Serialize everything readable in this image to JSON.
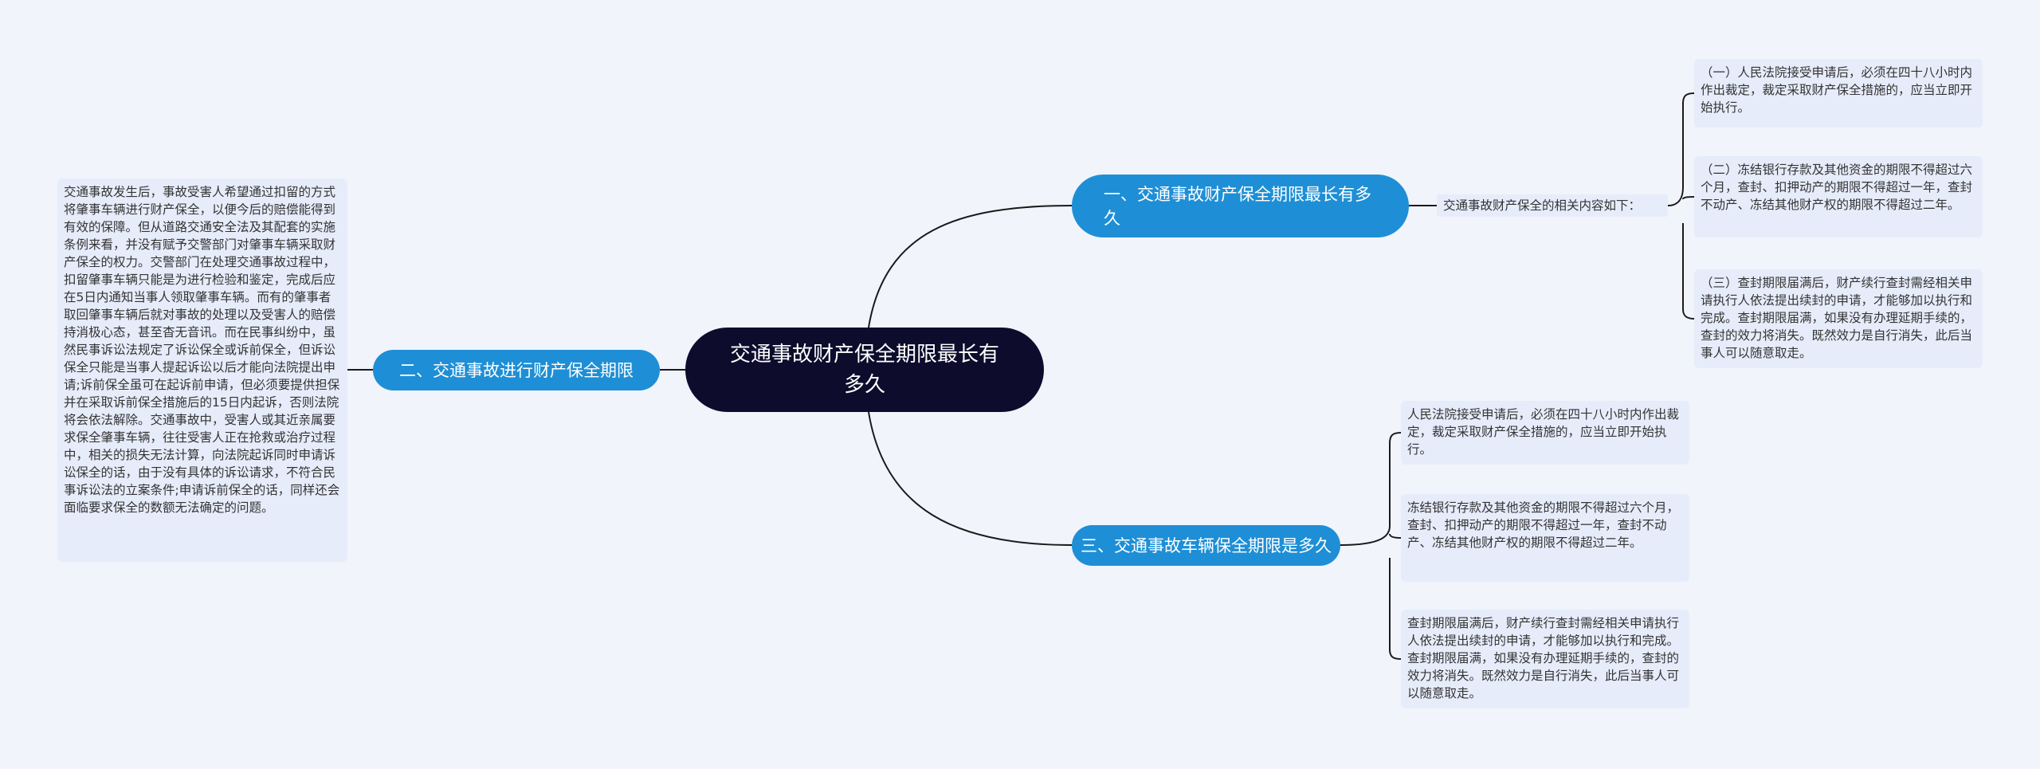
{
  "mindmap": {
    "root": {
      "label": "交通事故财产保全期限最长有多久"
    },
    "branch1": {
      "label": "一、交通事故财产保全期限最长有多久",
      "intro": "交通事故财产保全的相关内容如下：",
      "leaves": [
        "（一）人民法院接受申请后，必须在四十八小时内作出裁定，裁定采取财产保全措施的，应当立即开始执行。",
        "（二）冻结银行存款及其他资金的期限不得超过六个月，查封、扣押动产的期限不得超过一年，查封不动产、冻结其他财产权的期限不得超过二年。",
        "（三）查封期限届满后，财产续行查封需经相关申请执行人依法提出续封的申请，才能够加以执行和完成。查封期限届满，如果没有办理延期手续的，查封的效力将消失。既然效力是自行消失，此后当事人可以随意取走。"
      ]
    },
    "branch2": {
      "label": "二、交通事故进行财产保全期限",
      "leaf": "交通事故发生后，事故受害人希望通过扣留的方式将肇事车辆进行财产保全，以便今后的赔偿能得到有效的保障。但从道路交通安全法及其配套的实施条例来看，并没有赋予交警部门对肇事车辆采取财产保全的权力。交警部门在处理交通事故过程中，扣留肇事车辆只能是为进行检验和鉴定，完成后应在5日内通知当事人领取肇事车辆。而有的肇事者取回肇事车辆后就对事故的处理以及受害人的赔偿持消极心态，甚至杳无音讯。而在民事纠纷中，虽然民事诉讼法规定了诉讼保全或诉前保全，但诉讼保全只能是当事人提起诉讼以后才能向法院提出申请;诉前保全虽可在起诉前申请，但必须要提供担保并在采取诉前保全措施后的15日内起诉，否则法院将会依法解除。交通事故中，受害人或其近亲属要求保全肇事车辆，往往受害人正在抢救或治疗过程中，相关的损失无法计算，向法院起诉同时申请诉讼保全的话，由于没有具体的诉讼请求，不符合民事诉讼法的立案条件;申请诉前保全的话，同样还会面临要求保全的数额无法确定的问题。"
    },
    "branch3": {
      "label": "三、交通事故车辆保全期限是多久",
      "leaves": [
        "人民法院接受申请后，必须在四十八小时内作出裁定，裁定采取财产保全措施的，应当立即开始执行。",
        "冻结银行存款及其他资金的期限不得超过六个月，查封、扣押动产的期限不得超过一年，查封不动产、冻结其他财产权的期限不得超过二年。",
        "查封期限届满后，财产续行查封需经相关申请执行人依法提出续封的申请，才能够加以执行和完成。查封期限届满，如果没有办理延期手续的，查封的效力将消失。既然效力是自行消失，此后当事人可以随意取走。"
      ]
    }
  },
  "colors": {
    "background": "#f1f4fb",
    "root_fill": "#0e0c2c",
    "branch_fill": "#1e8fd6",
    "leaf_fill": "#e6ecfa",
    "connector": "#1a1a1a"
  }
}
